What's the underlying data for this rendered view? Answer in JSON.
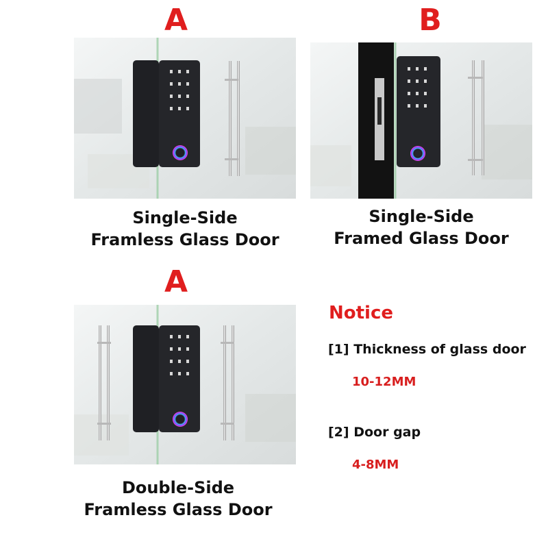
{
  "panels": [
    {
      "letter": "A",
      "caption_line1": "Single-Side",
      "caption_line2": "Framless Glass Door"
    },
    {
      "letter": "B",
      "caption_line1": "Single-Side",
      "caption_line2": "Framed Glass Door"
    },
    {
      "letter": "A",
      "caption_line1": "Double-Side",
      "caption_line2": "Framless Glass Door"
    }
  ],
  "notice": {
    "title": "Notice",
    "items": [
      {
        "label": "[1] Thickness of glass door",
        "value": "10-12MM"
      },
      {
        "label": "[2] Door gap",
        "value": "4-8MM"
      }
    ]
  },
  "colors": {
    "accent": "#e01e1e",
    "lock_body": "#1f2024",
    "ring": "#6a4cff"
  }
}
